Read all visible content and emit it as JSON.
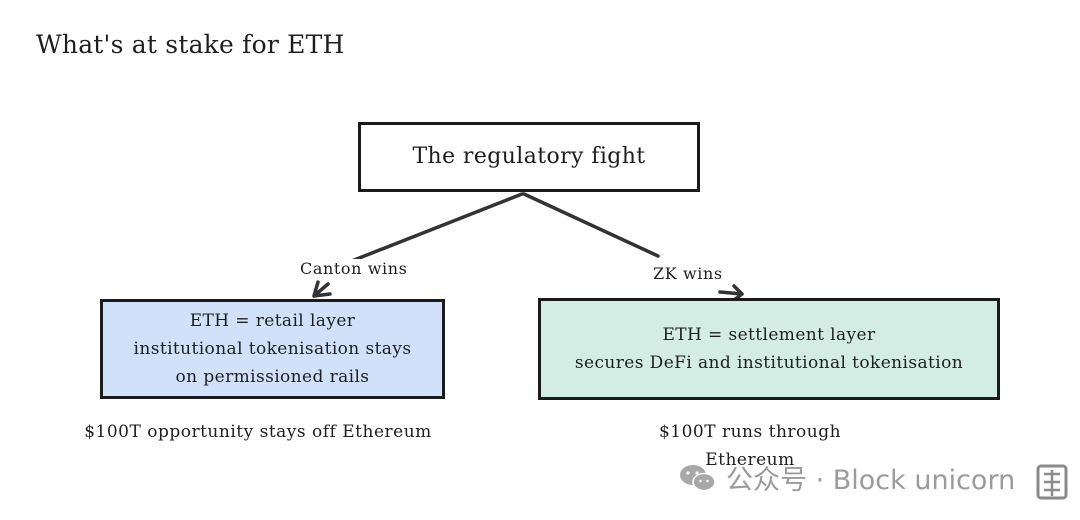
{
  "page": {
    "title": "What's at stake for ETH"
  },
  "diagram": {
    "root": {
      "label": "The regulatory fight"
    },
    "branches": [
      {
        "edge_label": "Canton wins",
        "box_lines": [
          "ETH = retail layer",
          "institutional tokenisation stays",
          "on permissioned rails"
        ],
        "box_color": "#d1e1fa",
        "outcome": "$100T opportunity stays off Ethereum"
      },
      {
        "edge_label": "ZK wins",
        "box_lines": [
          "ETH = settlement layer",
          "secures DeFi and institutional tokenisation"
        ],
        "box_color": "#d3ece4",
        "outcome": "$100T runs through Ethereum"
      }
    ]
  },
  "watermark": {
    "text": "公众号 · Block unicorn",
    "icon": "wechat-icon"
  }
}
